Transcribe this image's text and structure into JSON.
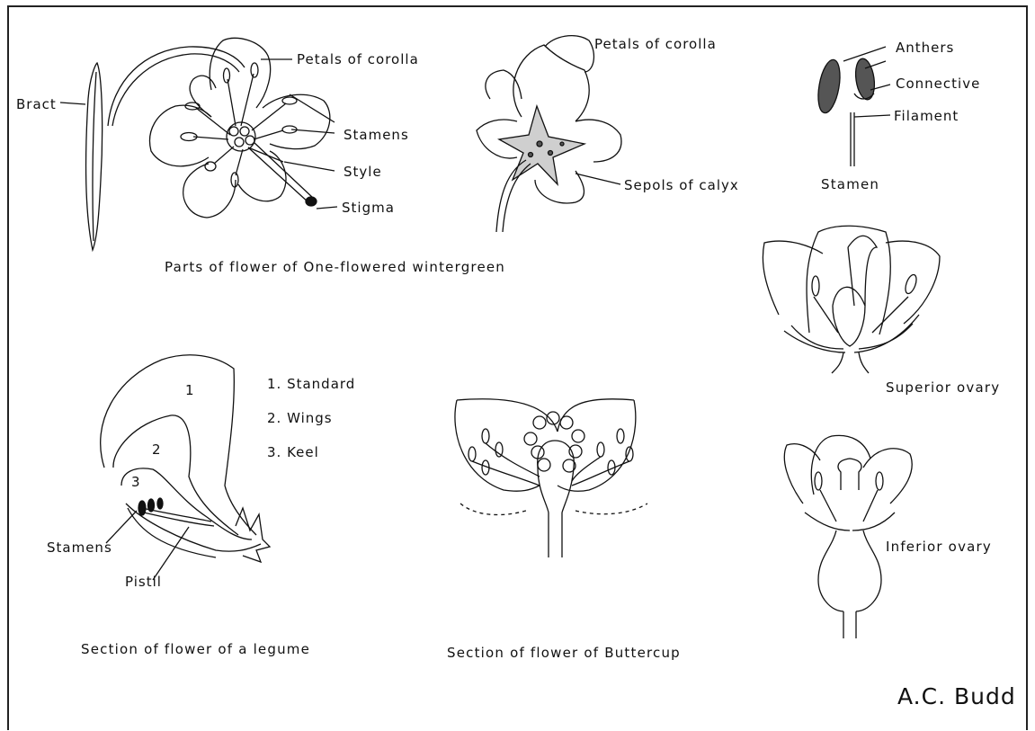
{
  "wintergreen": {
    "caption": "Parts of flower of One-flowered wintergreen",
    "labels": {
      "bract": "Bract",
      "petals": "Petals of corolla",
      "stamens": "Stamens",
      "style": "Style",
      "stigma": "Stigma"
    }
  },
  "calyx_flower": {
    "petals": "Petals of corolla",
    "sepals": "Sepols of calyx"
  },
  "stamen_detail": {
    "caption": "Stamen",
    "anthers": "Anthers",
    "connective": "Connective",
    "filament": "Filament"
  },
  "legume": {
    "caption": "Section of flower of a legume",
    "numbers": [
      "1",
      "2",
      "3"
    ],
    "legend": [
      "1. Standard",
      "2. Wings",
      "3. Keel"
    ],
    "stamens": "Stamens",
    "pistil": "Pistil"
  },
  "buttercup": {
    "caption": "Section of flower of Buttercup"
  },
  "ovary": {
    "superior": "Superior ovary",
    "inferior": "Inferior ovary"
  },
  "signature": "A.C. Budd"
}
